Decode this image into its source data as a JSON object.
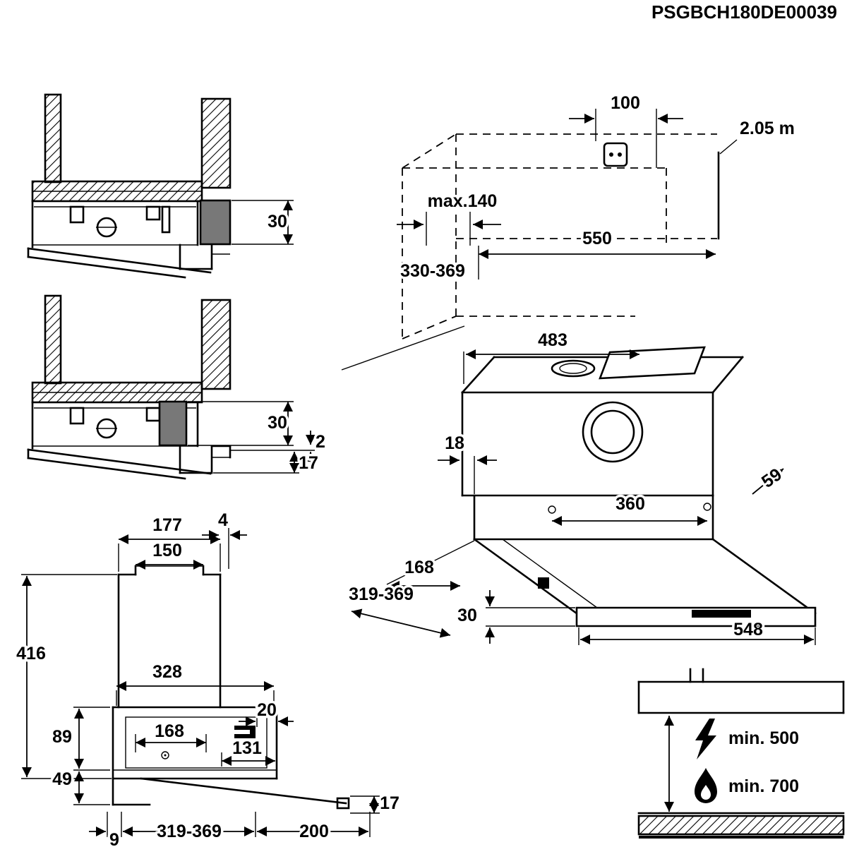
{
  "drawing_id": "PSGBCH180DE00039",
  "wall_section_top": {
    "spacer_depth": "30"
  },
  "wall_section_bottom": {
    "spacer_depth": "30",
    "panel_gap": "2",
    "lip_height": "17"
  },
  "installation_overview": {
    "outlet_offset": "100",
    "outlet_height": "2.05 m",
    "max_recess": "max.140",
    "niche_width": "550",
    "niche_depth": "330-369"
  },
  "hood_perspective": {
    "body_width": "483",
    "side_inset": "18",
    "fixing_hole_spacing": "360",
    "side_depth": "59",
    "front_depth": "168",
    "depth_range": "319-369",
    "lip_height": "30",
    "visor_width": "548"
  },
  "front_view": {
    "chimney_width": "177",
    "rear_gap": "4",
    "duct_width": "150",
    "total_height": "416",
    "body_width": "328",
    "body_height": "89",
    "filter_width": "168",
    "bracket_gap": "20",
    "bracket_span": "131",
    "lower_height": "49",
    "visor_drop": "17",
    "rear_offset": "9",
    "depth_range": "319-369",
    "pullout_extension": "200"
  },
  "clearances": {
    "electric_hob_min": "min. 500",
    "gas_hob_min": "min. 700"
  }
}
